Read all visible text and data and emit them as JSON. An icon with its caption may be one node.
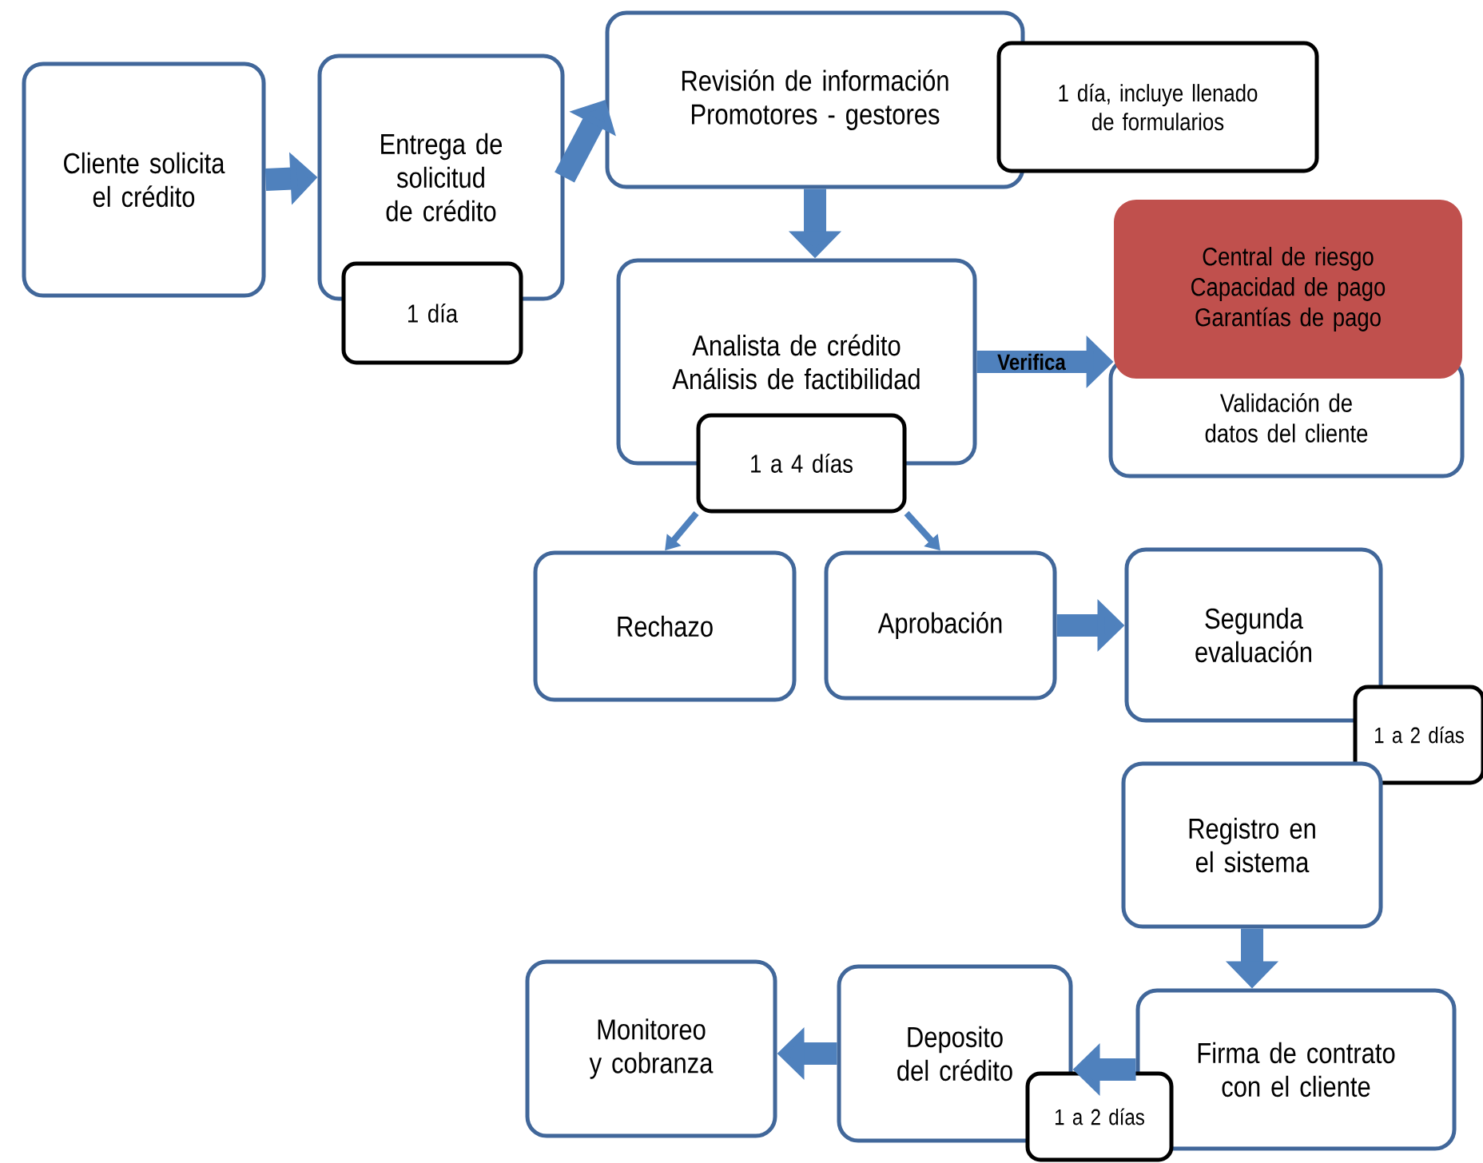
{
  "diagram": {
    "nodes": [
      {
        "text": [
          "Cliente solicita el crédito"
        ]
      },
      {
        "text": [
          "Entrega de solicitud de crédito"
        ]
      },
      {
        "text": [
          "1 día"
        ]
      },
      {
        "text": [
          "Revisión de información",
          "Promotores - gestores"
        ]
      },
      {
        "text": [
          "1 día, incluye llenado de formularios"
        ]
      },
      {
        "text": [
          "Analista de crédito",
          "Análisis de factibilidad"
        ]
      },
      {
        "text": [
          "1 a 4 días"
        ]
      },
      {
        "text": [
          "Central de riesgo",
          "Capacidad de pago",
          "Garantías de pago"
        ]
      },
      {
        "text": [
          "Validación de datos del cliente"
        ]
      },
      {
        "text": [
          "Rechazo"
        ]
      },
      {
        "text": [
          "Aprobación"
        ]
      },
      {
        "text": [
          "Segunda evaluación"
        ]
      },
      {
        "text": [
          "1 a 2 días"
        ]
      },
      {
        "text": [
          "Registro en el sistema"
        ]
      },
      {
        "text": [
          "Monitoreo y cobranza"
        ]
      },
      {
        "text": [
          "Deposito del crédito"
        ]
      },
      {
        "text": [
          "Firma de contrato con el cliente"
        ]
      },
      {
        "text": [
          "1 a 2 días"
        ]
      }
    ],
    "edges": [
      {
        "from": 0,
        "to": 1,
        "arrow": "to"
      },
      {
        "from": 1,
        "to": 3,
        "arrow": "to"
      },
      {
        "from": 3,
        "to": 5,
        "arrow": "to"
      },
      {
        "from": 5,
        "to": 7,
        "arrow": "to",
        "label": "Verifica"
      },
      {
        "from": 6,
        "to": 9,
        "arrow": "to"
      },
      {
        "from": 6,
        "to": 10,
        "arrow": "to"
      },
      {
        "from": 10,
        "to": 11,
        "arrow": "to"
      },
      {
        "from": 13,
        "to": 16,
        "arrow": "to"
      },
      {
        "from": 16,
        "to": 15,
        "arrow": "to"
      },
      {
        "from": 15,
        "to": 14,
        "arrow": "to"
      }
    ]
  }
}
